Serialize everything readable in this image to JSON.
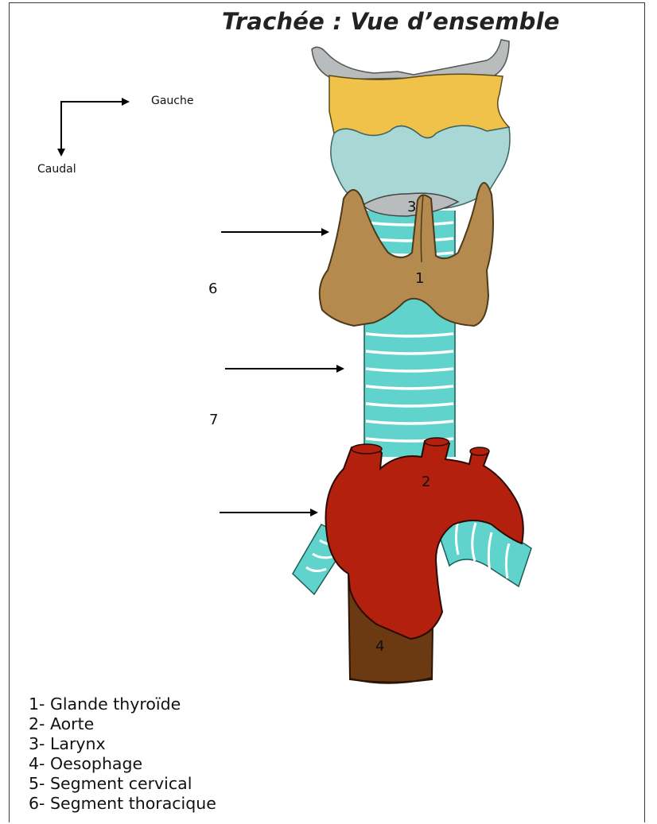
{
  "title": "Trachée : Vue d’ensemble",
  "orientation": {
    "horizontal": "Gauche",
    "vertical": "Caudal"
  },
  "structure_numbers": {
    "thyroid": "1",
    "aorta": "2",
    "larynx": "3",
    "oesophagus": "4"
  },
  "segment_markers": {
    "upper": "6",
    "middle": "7"
  },
  "legend": [
    "1- Glande thyroïde",
    "2- Aorte",
    "3- Larynx",
    "4- Oesophage",
    "5- Segment cervical",
    "6- Segment thoracique"
  ],
  "colors": {
    "trachea": "#5fd3cc",
    "thyroid": "#b48a4e",
    "aorta": "#b3200e",
    "oesophagus": "#6b3a12",
    "thyroid_cartilage": "#f0c24a",
    "cricoid": "#a8d7d6",
    "hyoid": "#b9bcbc"
  }
}
